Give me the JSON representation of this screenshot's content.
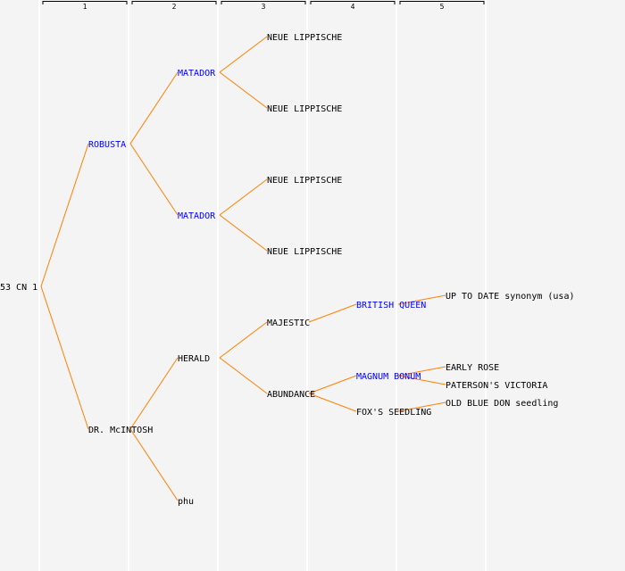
{
  "columns": [
    "1",
    "2",
    "3",
    "4",
    "5"
  ],
  "colors": {
    "line": "#ff8000",
    "highlight": "#0000ff",
    "text": "#000000"
  },
  "tree": {
    "name": "53 CN 1",
    "highlight": false,
    "children": [
      {
        "name": "ROBUSTA",
        "highlight": true,
        "children": [
          {
            "name": "MATADOR",
            "highlight": true,
            "children": [
              {
                "name": "NEUE LIPPISCHE",
                "highlight": false,
                "children": []
              },
              {
                "name": "NEUE LIPPISCHE",
                "highlight": false,
                "children": []
              }
            ]
          },
          {
            "name": "MATADOR",
            "highlight": true,
            "children": [
              {
                "name": "NEUE LIPPISCHE",
                "highlight": false,
                "children": []
              },
              {
                "name": "NEUE LIPPISCHE",
                "highlight": false,
                "children": []
              }
            ]
          }
        ]
      },
      {
        "name": "DR. McINTOSH",
        "highlight": false,
        "children": [
          {
            "name": "HERALD",
            "highlight": false,
            "children": [
              {
                "name": "MAJESTIC",
                "highlight": false,
                "children": [
                  {
                    "name": "BRITISH QUEEN",
                    "highlight": true,
                    "children": [
                      {
                        "name": "UP TO DATE synonym (usa)",
                        "highlight": false,
                        "children": []
                      }
                    ]
                  }
                ]
              },
              {
                "name": "ABUNDANCE",
                "highlight": false,
                "children": [
                  {
                    "name": "MAGNUM BONUM",
                    "highlight": true,
                    "children": [
                      {
                        "name": "EARLY ROSE",
                        "highlight": false,
                        "children": []
                      },
                      {
                        "name": "PATERSON'S VICTORIA",
                        "highlight": false,
                        "children": []
                      }
                    ]
                  },
                  {
                    "name": "FOX'S SEEDLING",
                    "highlight": false,
                    "children": [
                      {
                        "name": "OLD BLUE DON seedling",
                        "highlight": false,
                        "children": []
                      }
                    ]
                  }
                ]
              }
            ]
          },
          {
            "name": "phu",
            "highlight": false,
            "children": []
          }
        ]
      }
    ]
  }
}
